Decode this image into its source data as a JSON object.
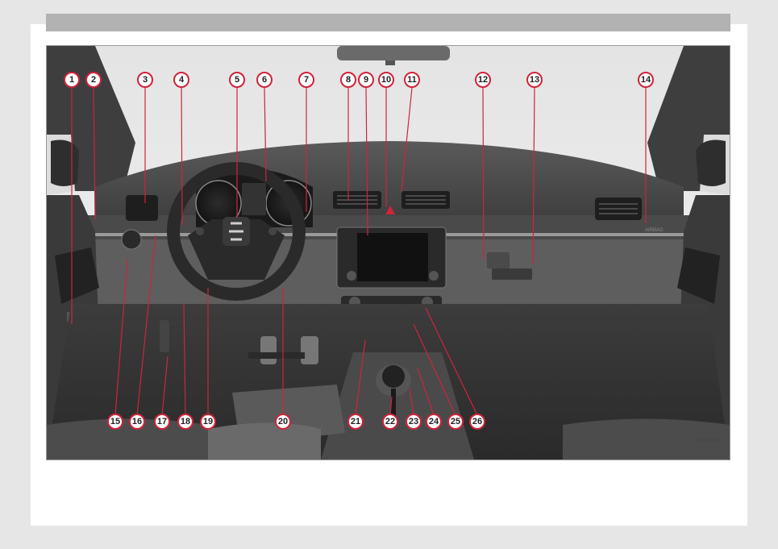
{
  "figure": {
    "code": "6JL-0260",
    "callouts": [
      "1",
      "2",
      "3",
      "4",
      "5",
      "6",
      "7",
      "8",
      "9",
      "10",
      "11",
      "12",
      "13",
      "14",
      "15",
      "16",
      "17",
      "18",
      "19",
      "20",
      "21",
      "22",
      "23",
      "24",
      "25",
      "26"
    ],
    "airbag_label": "AIRBAG"
  },
  "colors": {
    "callout_ring": "#d0243a",
    "header_bar": "#b2b2b2"
  }
}
